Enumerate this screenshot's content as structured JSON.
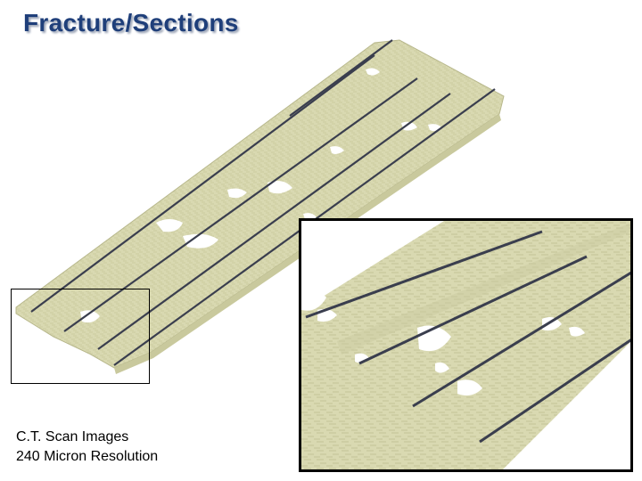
{
  "title": "Fracture/Sections",
  "caption": {
    "line1": "C.T. Scan Images",
    "line2": "240 Micron Resolution"
  },
  "colors": {
    "title": "#1f3f7a",
    "slab_fill": "#d8d8b0",
    "slab_edge": "#b8b88c",
    "fracture_line": "#3a3e4e",
    "frame": "#000000"
  }
}
